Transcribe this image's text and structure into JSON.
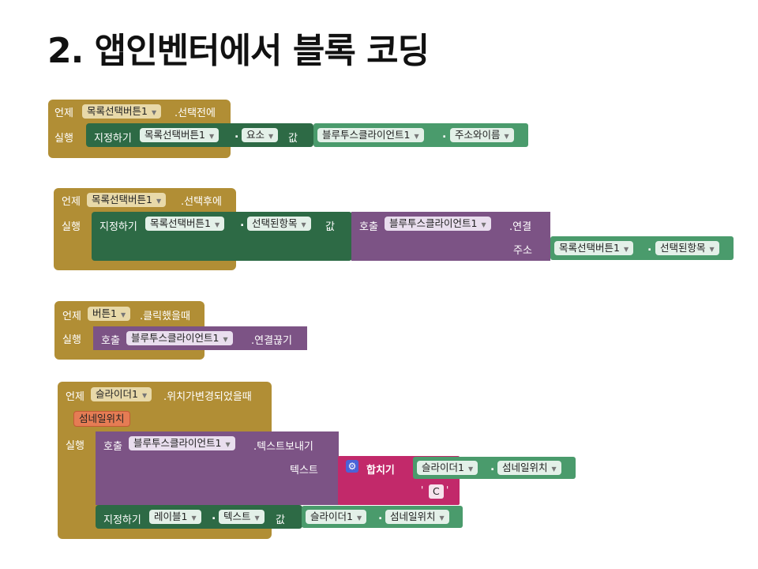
{
  "title": "2. 앱인벤터에서 블록 코딩",
  "kw": {
    "when": "언제",
    "do": "실행",
    "set": "지정하기",
    "call": "호출",
    "val": "값",
    "dot": "."
  },
  "block1": {
    "component": "목록선택버튼1",
    "event": ".선택전에",
    "set_comp": "목록선택버튼1",
    "set_prop": "요소",
    "src_comp": "블루투스클라이언트1",
    "src_prop": "주소와이름"
  },
  "block2": {
    "component": "목록선택버튼1",
    "event": ".선택후에",
    "set_comp": "목록선택버튼1",
    "set_prop": "선택된항목",
    "call_comp": "블루투스클라이언트1",
    "call_method": ".연결",
    "arg_label": "주소",
    "arg_comp": "목록선택버튼1",
    "arg_prop": "선택된항목"
  },
  "block3": {
    "component": "버튼1",
    "event": ".클릭했을때",
    "call_comp": "블루투스클라이언트1",
    "call_method": ".연결끊기"
  },
  "block4": {
    "component": "슬라이더1",
    "event": ".위치가변경되었을때",
    "param": "섬네일위치",
    "call_comp": "블루투스클라이언트1",
    "call_method": ".텍스트보내기",
    "arg_label": "텍스트",
    "join_label": "합치기",
    "join_comp": "슬라이더1",
    "join_prop": "섬네일위치",
    "join_text": "C",
    "set_comp": "레이블1",
    "set_prop": "텍스트",
    "src_comp": "슬라이더1",
    "src_prop": "섬네일위치"
  },
  "icons": {
    "dropdown": "▼",
    "gear": "⚙"
  }
}
